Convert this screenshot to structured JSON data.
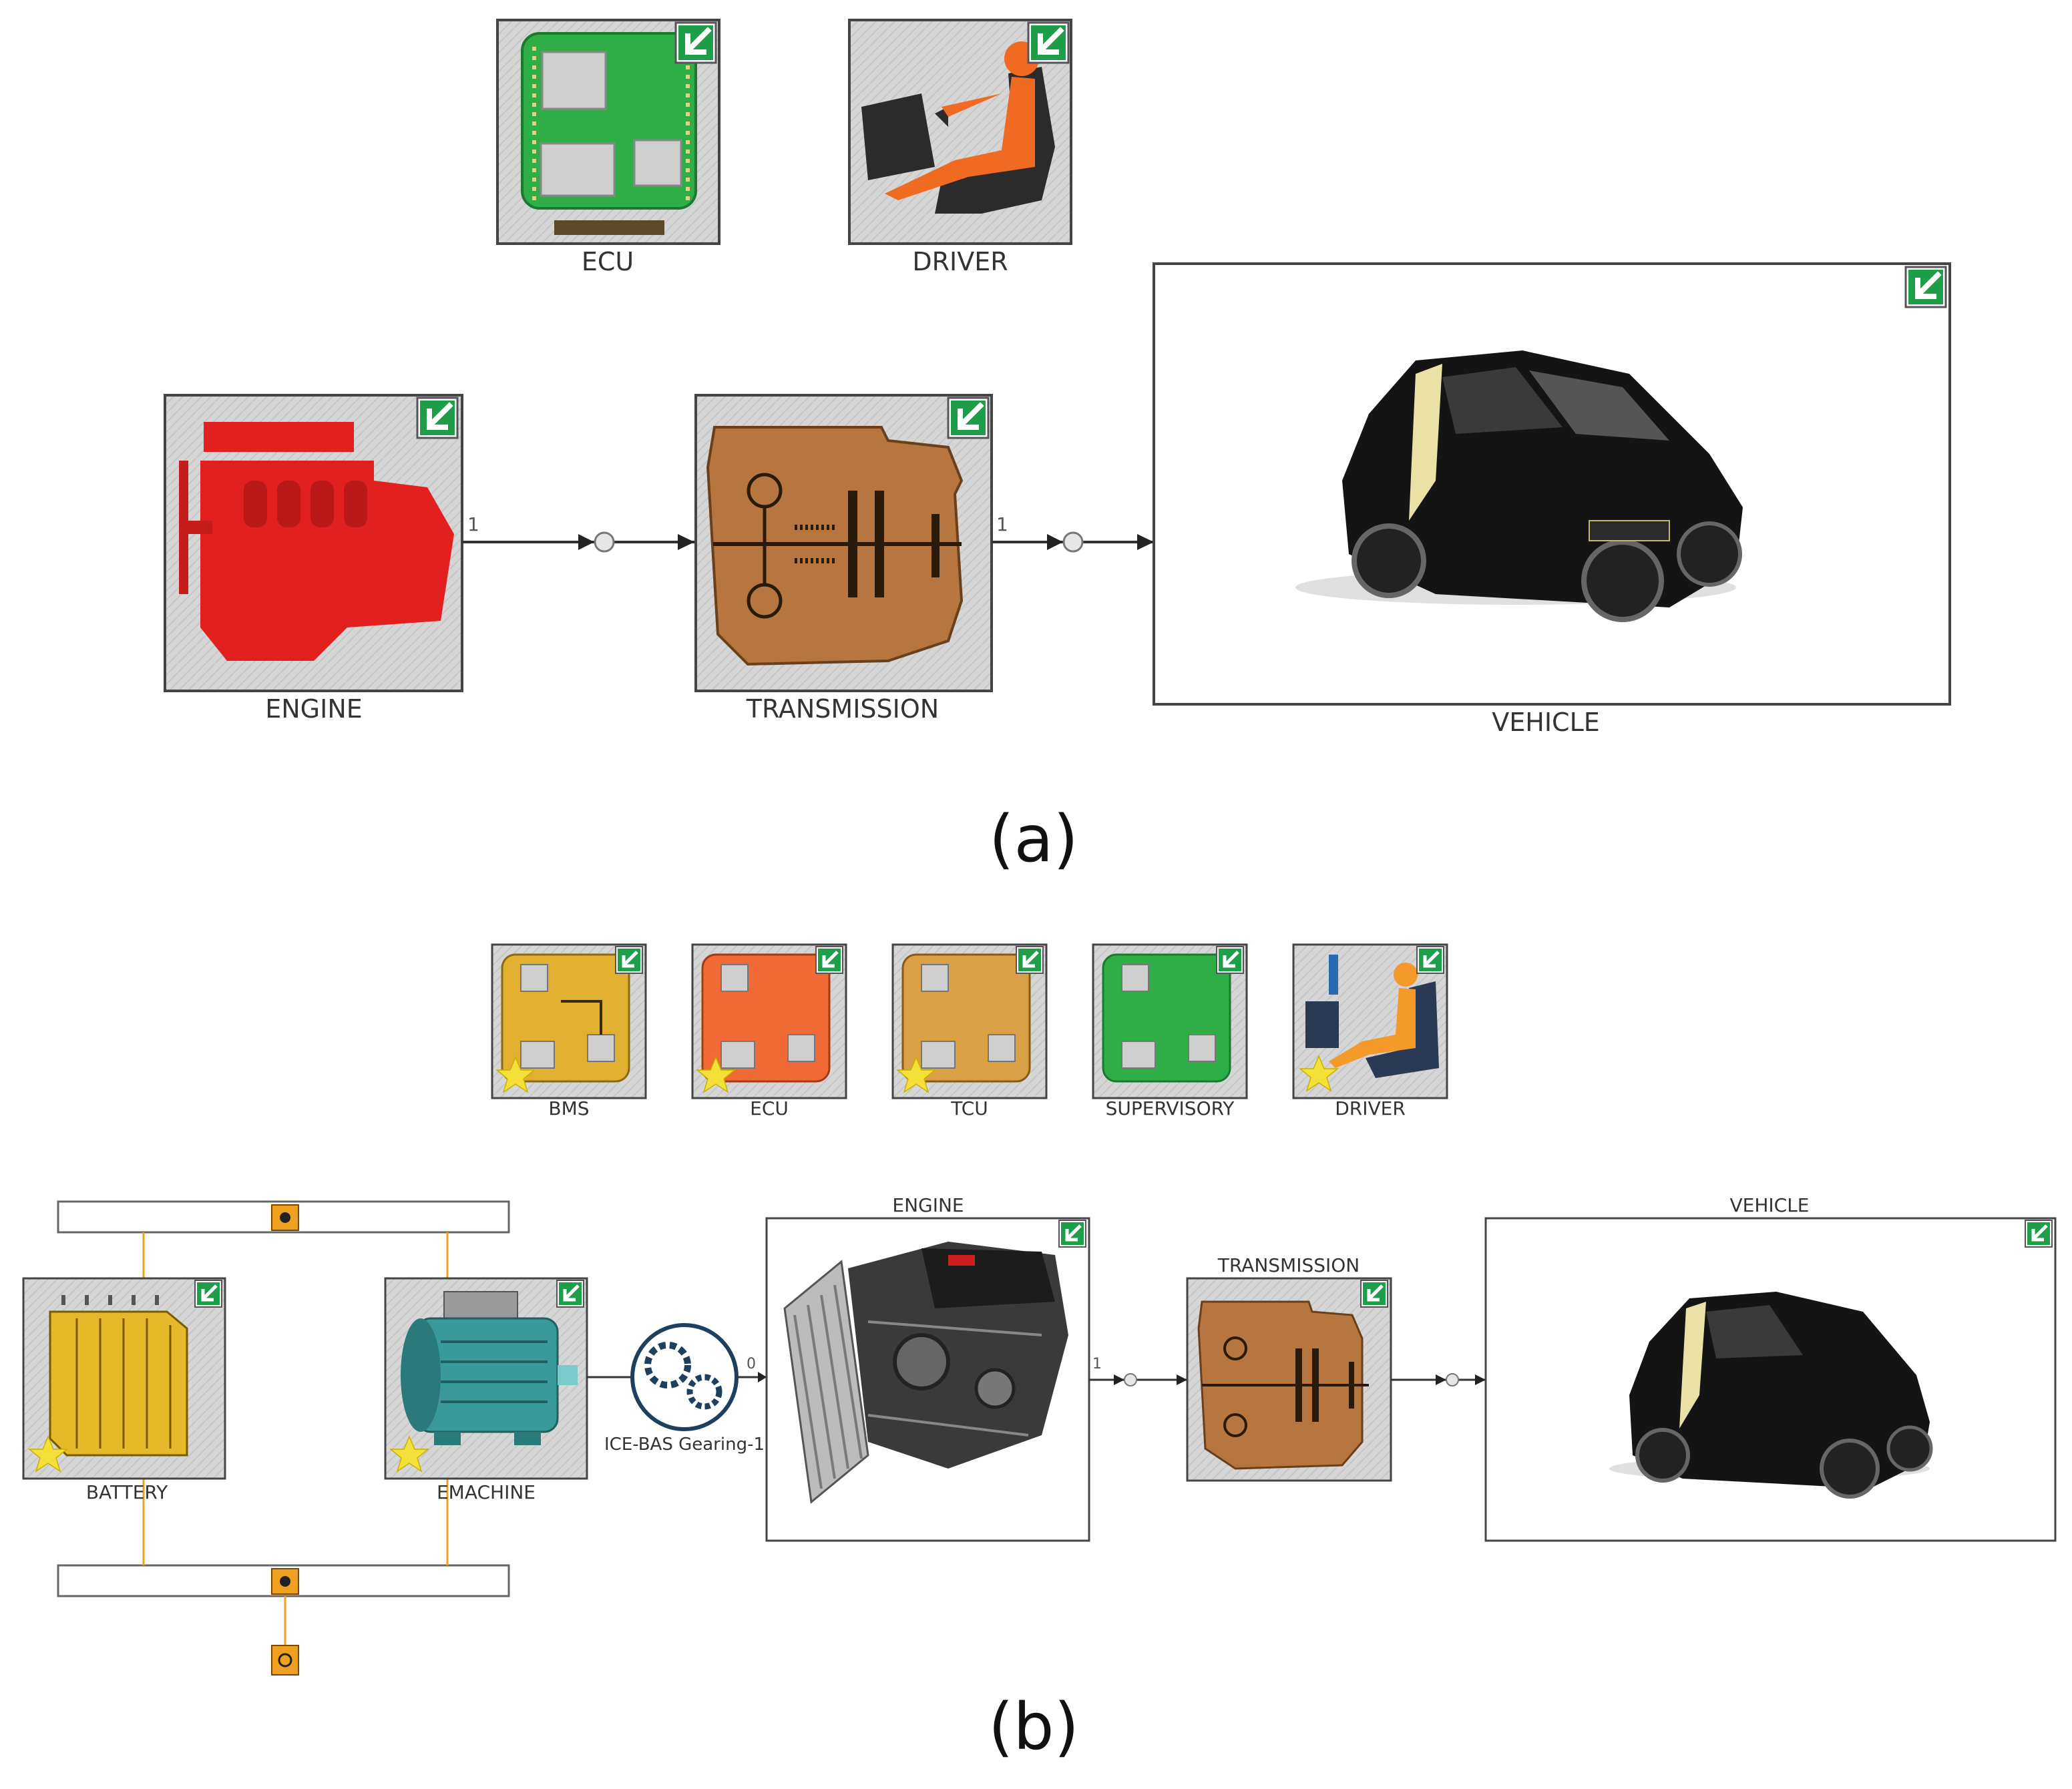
{
  "panel_a": {
    "caption": "(a)",
    "blocks": {
      "ecu": "ECU",
      "driver": "DRIVER",
      "engine": "ENGINE",
      "transmission": "TRANSMISSION",
      "vehicle": "VEHICLE"
    },
    "port_labels": {
      "engine_out": "1",
      "transmission_out": "1"
    }
  },
  "panel_b": {
    "caption": "(b)",
    "controllers": [
      "BMS",
      "ECU",
      "TCU",
      "SUPERVISORY",
      "DRIVER"
    ],
    "blocks": {
      "battery": "BATTERY",
      "emachine": "EMACHINE",
      "gear": "ICE-BAS Gearing-1",
      "engine": "ENGINE",
      "transmission": "TRANSMISSION",
      "vehicle": "VEHICLE"
    },
    "port_labels": {
      "gear_out": "0",
      "engine_out": "1"
    }
  },
  "colors": {
    "block_bg": "#d9d9d9",
    "check_green": "#1e9e49",
    "engine_red": "#e32020",
    "transmission_brown": "#b7753f",
    "ecu_green": "#2fae48",
    "driver_orange": "#f06a22",
    "battery_yellow": "#e5b92a",
    "emachine_teal": "#3a9a9a",
    "bus_orange": "#f0a020"
  }
}
